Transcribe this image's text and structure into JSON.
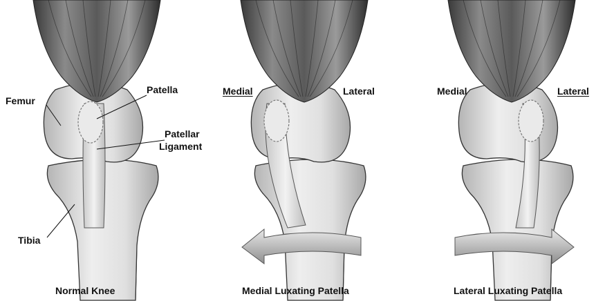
{
  "panels": [
    {
      "caption": "Normal Knee",
      "labels": {
        "femur": "Femur",
        "patella": "Patella",
        "patellar_ligament_line1": "Patellar",
        "patellar_ligament_line2": "Ligament",
        "tibia": "Tibia"
      }
    },
    {
      "caption": "Medial Luxating Patella",
      "labels": {
        "medial": "Medial",
        "lateral": "Lateral"
      },
      "underlined": "medial",
      "arrow_direction": "left"
    },
    {
      "caption": "Lateral Luxating Patella",
      "labels": {
        "medial": "Medial",
        "lateral": "Lateral"
      },
      "underlined": "lateral",
      "arrow_direction": "right"
    }
  ]
}
